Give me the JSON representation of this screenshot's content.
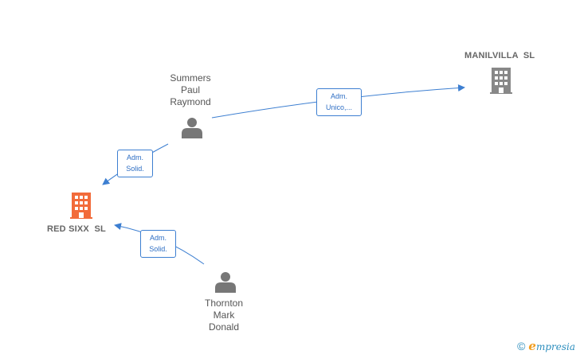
{
  "nodes": {
    "person1": {
      "lines": [
        "Summers",
        "Paul",
        "Raymond"
      ]
    },
    "person2": {
      "lines": [
        "Thornton",
        "Mark",
        "Donald"
      ]
    },
    "company_main": {
      "name": "RED SIXX  SL"
    },
    "company_other": {
      "name": "MANILVILLA  SL"
    }
  },
  "edges": {
    "e1": {
      "lines": [
        "Adm.",
        "Unico,..."
      ]
    },
    "e2": {
      "lines": [
        "Adm.",
        "Solid."
      ]
    },
    "e3": {
      "lines": [
        "Adm.",
        "Solid."
      ]
    }
  },
  "colors": {
    "edge": "#3d7fd1",
    "person_icon": "#777777",
    "company_main_icon": "#f26b3a",
    "company_other_icon": "#888888"
  },
  "watermark": {
    "copyright": "©",
    "e": "e",
    "rest": "mpresia"
  }
}
